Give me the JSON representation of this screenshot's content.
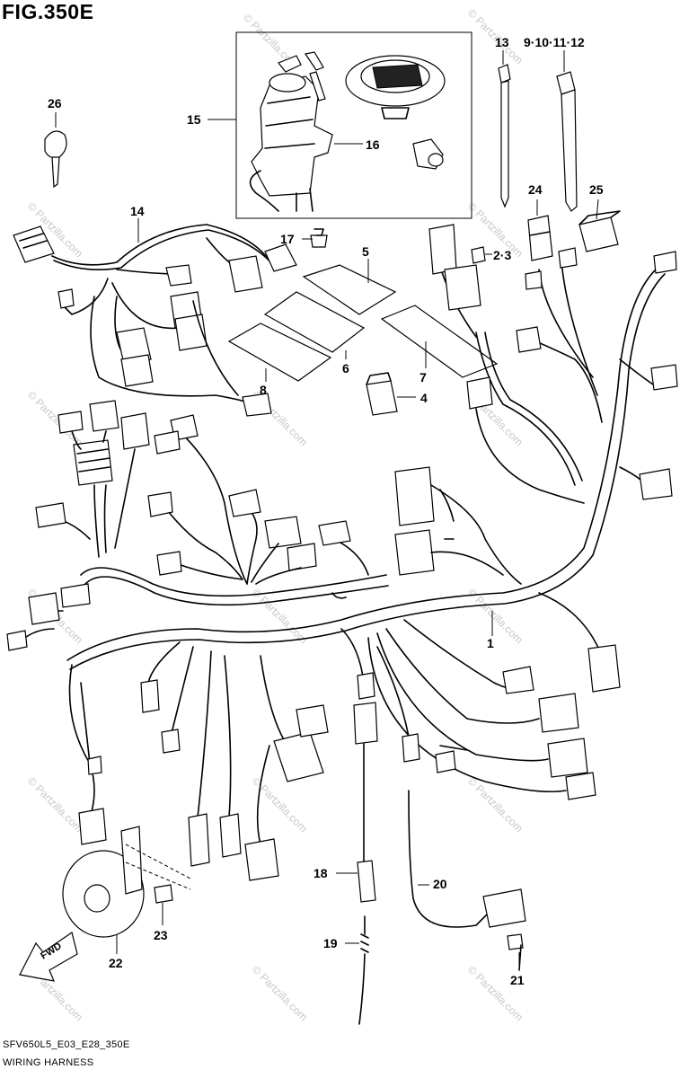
{
  "figure": {
    "title": "FIG.350E",
    "reference_code": "SFV650L5_E03_E28_350E",
    "caption": "WIRING HARNESS"
  },
  "direction_arrow": {
    "label": "FWD"
  },
  "watermark": {
    "text": "© Partzilla.com"
  },
  "callouts": [
    {
      "id": "c1",
      "label": "1"
    },
    {
      "id": "c23",
      "label": "2·3"
    },
    {
      "id": "c4",
      "label": "4"
    },
    {
      "id": "c5",
      "label": "5"
    },
    {
      "id": "c6",
      "label": "6"
    },
    {
      "id": "c7",
      "label": "7"
    },
    {
      "id": "c8",
      "label": "8"
    },
    {
      "id": "c9",
      "label": "9·10·11·12"
    },
    {
      "id": "c13",
      "label": "13"
    },
    {
      "id": "c14",
      "label": "14"
    },
    {
      "id": "c15",
      "label": "15"
    },
    {
      "id": "c16",
      "label": "16"
    },
    {
      "id": "c17",
      "label": "17"
    },
    {
      "id": "c18",
      "label": "18"
    },
    {
      "id": "c19",
      "label": "19"
    },
    {
      "id": "c20",
      "label": "20"
    },
    {
      "id": "c21",
      "label": "21"
    },
    {
      "id": "c22",
      "label": "22"
    },
    {
      "id": "c23b",
      "label": "23"
    },
    {
      "id": "c24",
      "label": "24"
    },
    {
      "id": "c25",
      "label": "25"
    },
    {
      "id": "c26",
      "label": "26"
    }
  ]
}
